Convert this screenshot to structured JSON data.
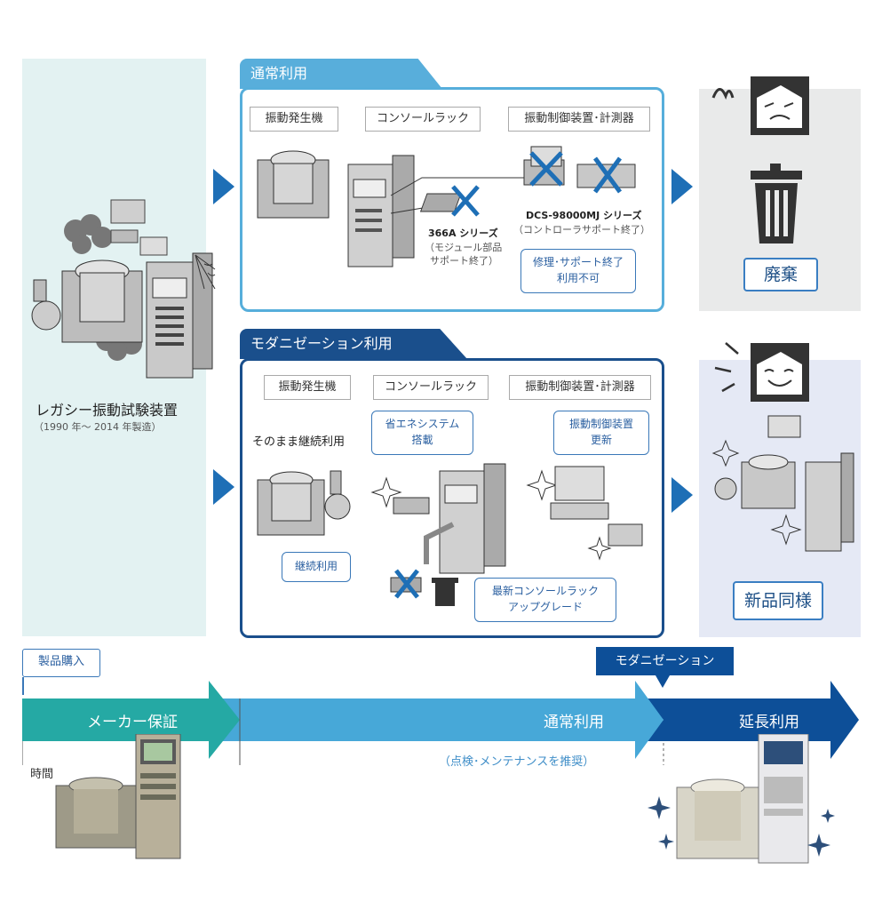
{
  "legacy": {
    "title": "レガシー振動試験装置",
    "years": "（1990 年〜 2014 年製造）"
  },
  "normal": {
    "tab": "通常利用",
    "labels": [
      "振動発生機",
      "コンソールラック",
      "振動制御装置･計測器"
    ],
    "series_366a": "366A シリーズ",
    "series_366a_note1": "（モジュール部品",
    "series_366a_note2": "サポート終了）",
    "series_dcs": "DCS-98000MJ シリーズ",
    "series_dcs_note": "（コントローラサポート終了）",
    "end_note1": "修理･サポート終了",
    "end_note2": "利用不可"
  },
  "modern": {
    "tab": "モダニゼーション利用",
    "labels": [
      "振動発生機",
      "コンソールラック",
      "振動制御装置･計測器"
    ],
    "continue_text": "そのまま継続利用",
    "energy_note1": "省エネシステム",
    "energy_note2": "搭載",
    "update_note1": "振動制御装置",
    "update_note2": "更新",
    "continue_note": "継続利用",
    "upgrade_note1": "最新コンソールラック",
    "upgrade_note2": "アップグレード"
  },
  "results": {
    "discard": "廃棄",
    "like_new": "新品同様"
  },
  "timeline": {
    "purchase": "製品購入",
    "modernization": "モダニゼーション",
    "warranty": "メーカー保証",
    "normal_use": "通常利用",
    "maintenance": "（点検･メンテナンスを推奨）",
    "extended_use": "延長利用",
    "time": "時間"
  },
  "colors": {
    "teal": "#25a9a4",
    "light_blue": "#47a8d8",
    "dark_blue": "#0d4f98",
    "accent": "#1e6fb6"
  }
}
